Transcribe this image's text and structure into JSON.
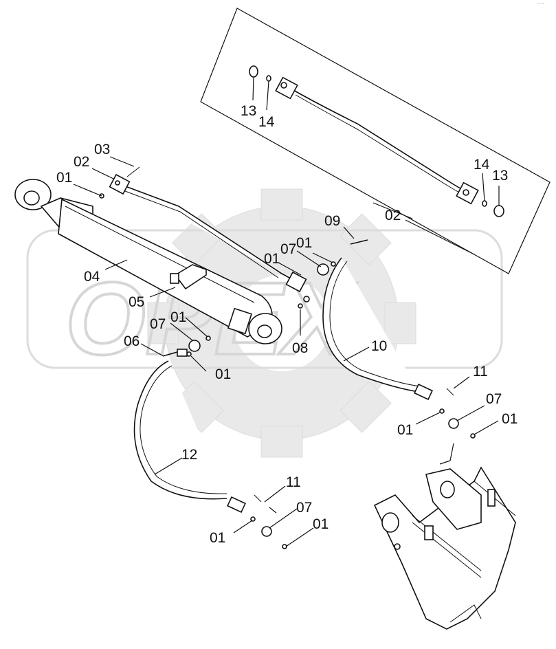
{
  "watermark": {
    "text": "OPEX"
  },
  "corner_mark": "~ ~~",
  "callouts": {
    "c01a": "01",
    "c02a": "02",
    "c03": "03",
    "c04": "04",
    "c05": "05",
    "c07a": "07",
    "c01b": "01",
    "c06": "06",
    "c01c": "01",
    "c09": "09",
    "c01d": "01",
    "c07b": "07",
    "c01e": "01",
    "c08": "08",
    "c10": "10",
    "c11a": "11",
    "c07c": "07",
    "c01f": "01",
    "c01g": "01",
    "c12": "12",
    "c11b": "11",
    "c07d": "07",
    "c01h": "01",
    "c01i": "01",
    "c13a": "13",
    "c14a": "14",
    "c14b": "14",
    "c13b": "13",
    "c02b": "02"
  }
}
